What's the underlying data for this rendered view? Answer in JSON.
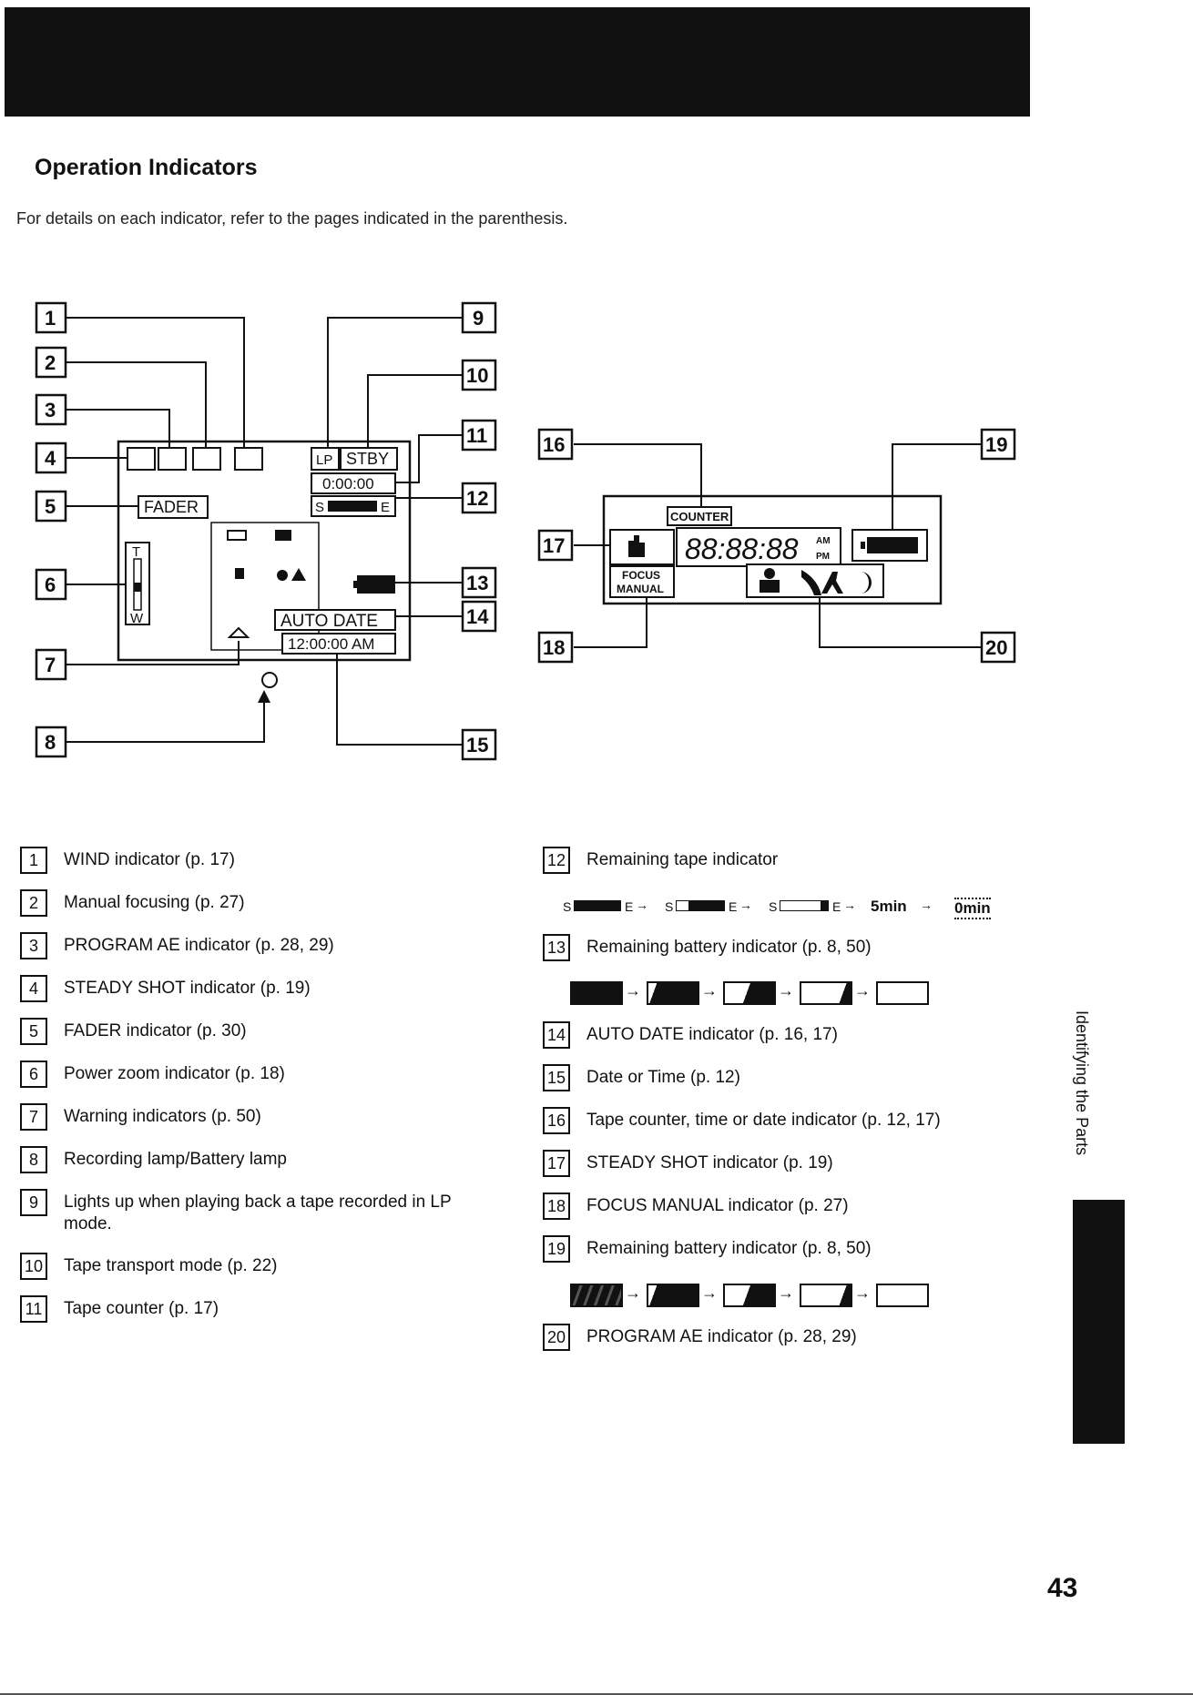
{
  "page": {
    "title": "Operation Indicators",
    "subtitle": "For details on each indicator, refer to the pages indicated in the parenthesis.",
    "side_label": "Identifying the Parts",
    "page_number": "43"
  },
  "diagram": {
    "callouts": [
      "1",
      "2",
      "3",
      "4",
      "5",
      "6",
      "7",
      "8",
      "9",
      "10",
      "11",
      "12",
      "13",
      "14",
      "15",
      "16",
      "17",
      "18",
      "19",
      "20"
    ],
    "lcd1": {
      "fader": "FADER",
      "stby": "STBY",
      "lp": "LP",
      "counter": "0:00:00",
      "tape_s": "S",
      "tape_e": "E",
      "zoom_t": "T",
      "zoom_w": "W",
      "auto_date": "AUTO DATE",
      "time": "12:00:00 AM"
    },
    "lcd2": {
      "counter_label": "COUNTER",
      "digits": "88:88:88",
      "am": "AM",
      "pm": "PM",
      "focus_manual_1": "FOCUS",
      "focus_manual_2": "MANUAL"
    }
  },
  "legend_left": [
    {
      "num": "1",
      "text": "WIND indicator (p. 17)"
    },
    {
      "num": "2",
      "text": "Manual focusing (p. 27)"
    },
    {
      "num": "3",
      "text": "PROGRAM AE indicator (p. 28, 29)"
    },
    {
      "num": "4",
      "text": "STEADY SHOT indicator (p. 19)"
    },
    {
      "num": "5",
      "text": "FADER indicator (p. 30)"
    },
    {
      "num": "6",
      "text": "Power zoom indicator (p. 18)"
    },
    {
      "num": "7",
      "text": "Warning indicators (p. 50)"
    },
    {
      "num": "8",
      "text": "Recording lamp/Battery lamp"
    },
    {
      "num": "9",
      "text": "Lights up when playing back a tape recorded in LP mode."
    },
    {
      "num": "10",
      "text": "Tape transport mode (p. 22)"
    },
    {
      "num": "11",
      "text": "Tape counter (p. 17)"
    }
  ],
  "legend_right": [
    {
      "num": "12",
      "text": "Remaining tape indicator"
    },
    {
      "num": "13",
      "text": "Remaining battery indicator (p. 8, 50)"
    },
    {
      "num": "14",
      "text": "AUTO DATE indicator (p. 16, 17)"
    },
    {
      "num": "15",
      "text": "Date or Time (p. 12)"
    },
    {
      "num": "16",
      "text": "Tape counter, time or date indicator (p. 12, 17)"
    },
    {
      "num": "17",
      "text": "STEADY SHOT indicator (p. 19)"
    },
    {
      "num": "18",
      "text": "FOCUS MANUAL indicator (p. 27)"
    },
    {
      "num": "19",
      "text": "Remaining battery indicator (p. 8, 50)"
    },
    {
      "num": "20",
      "text": "PROGRAM AE indicator (p. 28, 29)"
    }
  ],
  "tape_sequence": {
    "s": "S",
    "e": "E",
    "five_min": "5min",
    "zero_min": "0min"
  },
  "icons": [
    "arrow-icon",
    "battery-icon",
    "tape-bar-icon",
    "hand-icon",
    "person-icon",
    "moon-icon",
    "warning-icon"
  ]
}
